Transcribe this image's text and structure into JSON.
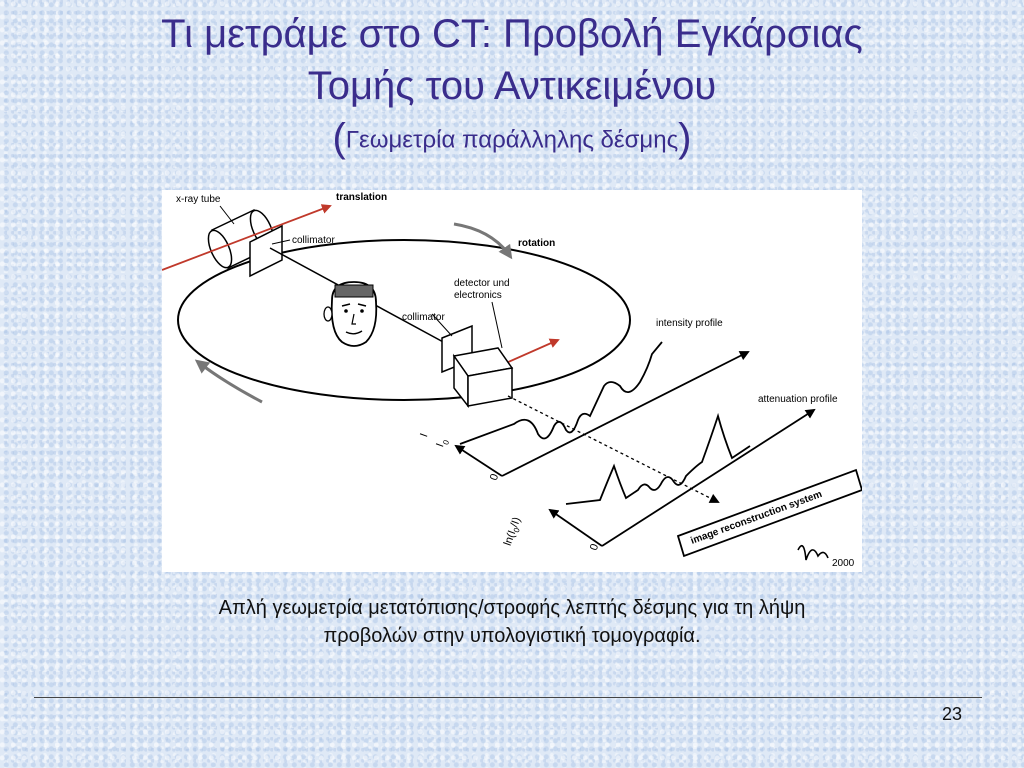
{
  "slide": {
    "title_line1": "Τι μετράμε στο CT: Προβολή Εγκάρσιας",
    "title_line2": "Τομής του Αντικειμένου",
    "subtitle_open": "(",
    "subtitle": "Γεωμετρία παράλληλης δέσμης",
    "subtitle_close": ")",
    "caption_line1": "Απλή γεωμετρία μετατόπισης/στροφής  λεπτής δέσμης για τη λήψη",
    "caption_line2": "προβολών  στην υπολογιστική τομογραφία.",
    "page_number": "23"
  },
  "figure": {
    "labels": {
      "xray_tube": "x-ray tube",
      "translation": "translation",
      "rotation": "rotation",
      "collimator_top": "collimator",
      "collimator_bottom": "collimator",
      "detector_line1": "detector und",
      "detector_line2": "electronics",
      "intensity_profile": "intensity profile",
      "attenuation_profile": "attenuation profile",
      "i_axis": "I",
      "i0_axis": "I",
      "i0_sub": "0",
      "zero_upper": "0",
      "ln_axis": "ln(I",
      "ln_sub": "0",
      "ln_rest": "/I)",
      "zero_lower": "0",
      "reconstruction": "image reconstruction system",
      "signature_year": "2000"
    }
  }
}
